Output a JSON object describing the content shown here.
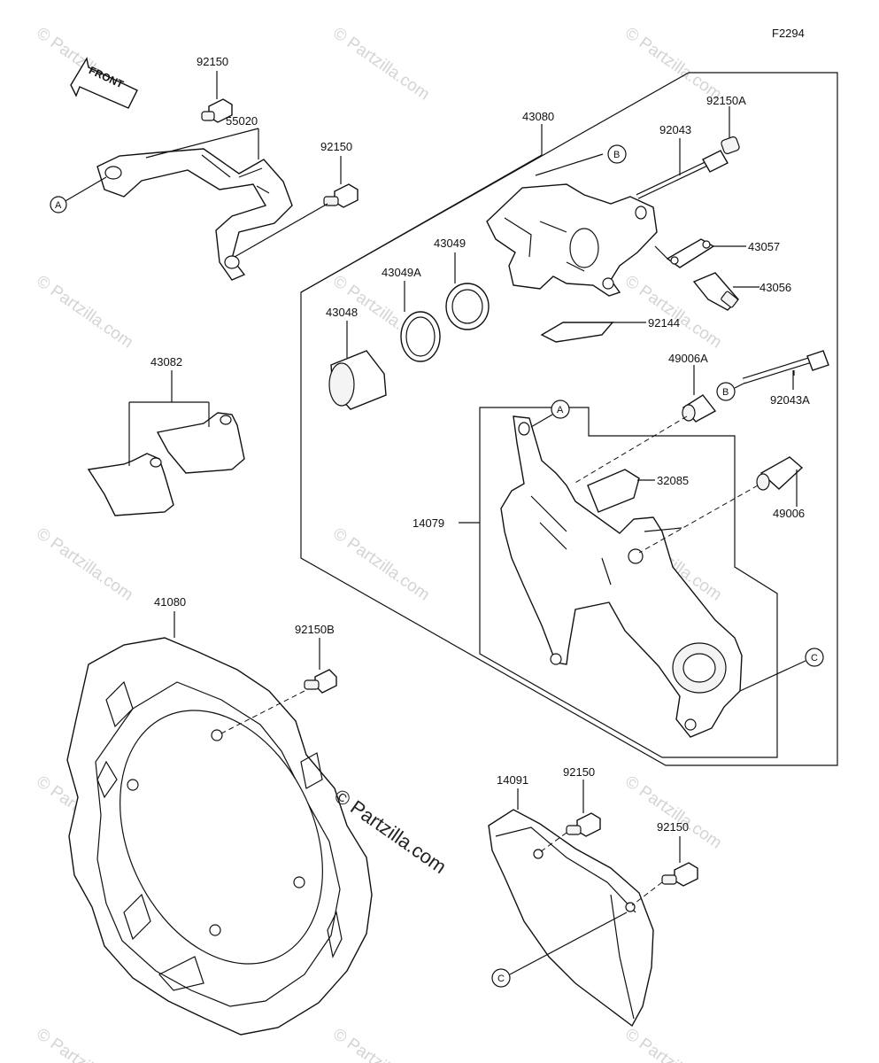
{
  "diagram_id": "F2294",
  "front_arrow_text": "FRONT",
  "watermark_text": "© Partzilla.com",
  "center_watermark_text": "© Partzilla.com",
  "ref_markers": {
    "a": "A",
    "b": "B",
    "c": "C"
  },
  "labels": {
    "p92150_top": "92150",
    "p55020": "55020",
    "p92150_mid": "92150",
    "p43080": "43080",
    "p92150A": "92150A",
    "p92043": "92043",
    "p43057": "43057",
    "p43056": "43056",
    "p43049": "43049",
    "p43049A": "43049A",
    "p43048": "43048",
    "p92144": "92144",
    "p43082": "43082",
    "p49006A": "49006A",
    "p92043A": "92043A",
    "p32085": "32085",
    "p14079": "14079",
    "p49006": "49006",
    "p41080": "41080",
    "p92150B": "92150B",
    "p14091": "14091",
    "p92150_guard1": "92150",
    "p92150_guard2": "92150"
  }
}
